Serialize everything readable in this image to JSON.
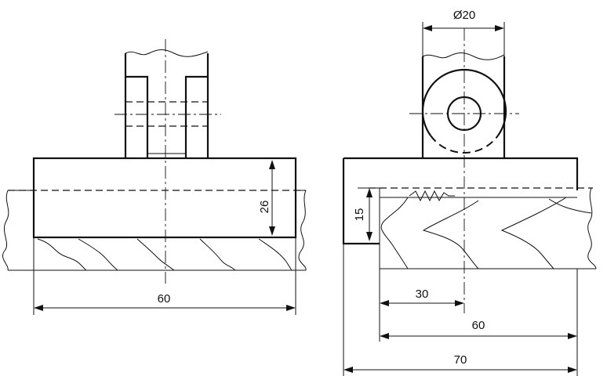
{
  "drawing": {
    "front_view": {
      "dim_width": "60",
      "dim_height": "26"
    },
    "side_view": {
      "dim_diameter": "Ø20",
      "dim_depth": "15",
      "dim_offset": "30",
      "dim_inner_width": "60",
      "dim_overall_width": "70"
    }
  }
}
